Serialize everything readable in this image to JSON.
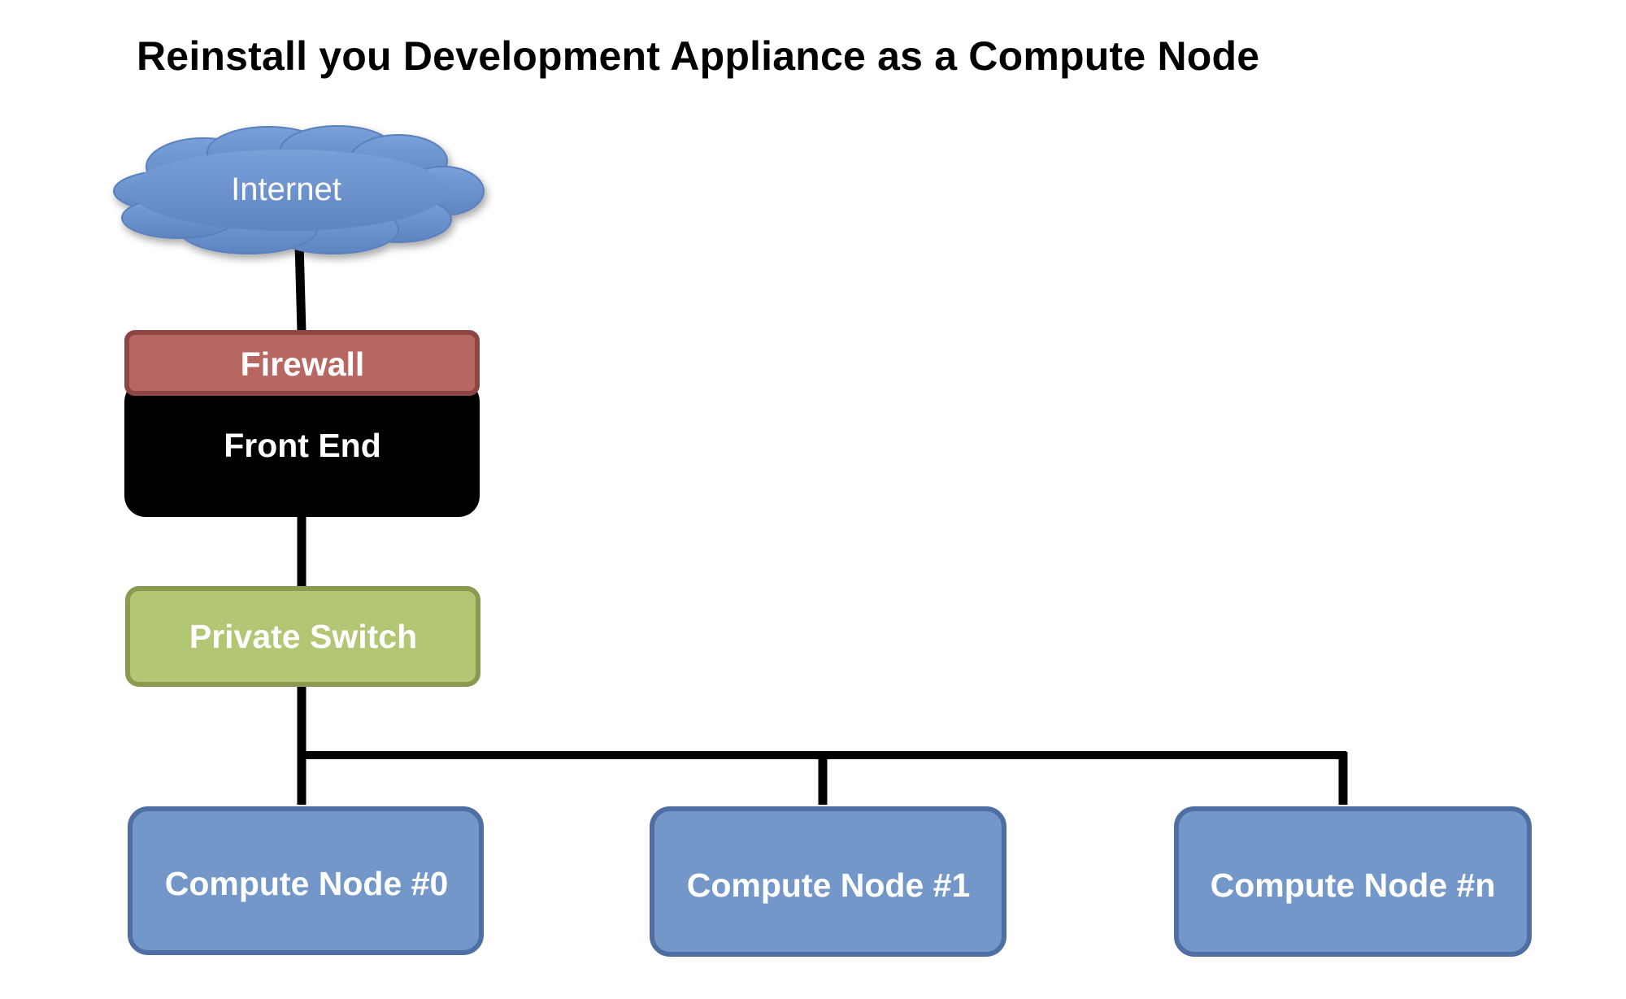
{
  "title": "Reinstall you Development Appliance as a Compute Node",
  "nodes": {
    "internet": {
      "label": "Internet"
    },
    "firewall": {
      "label": "Firewall"
    },
    "front_end": {
      "label": "Front End"
    },
    "private_switch": {
      "label": "Private Switch"
    },
    "compute_nodes": [
      {
        "label": "Compute Node #0"
      },
      {
        "label": "Compute Node #1"
      },
      {
        "label": "Compute Node #n"
      }
    ]
  },
  "colors": {
    "cloud_fill": "#6d93cf",
    "cloud_stroke": "#5a80bd",
    "firewall_fill": "#b86661",
    "firewall_stroke": "#8c4643",
    "front_end_fill": "#000000",
    "switch_fill": "#b3c674",
    "switch_stroke": "#8a9a51",
    "compute_fill": "#7397c9",
    "compute_stroke": "#4f6fa3",
    "connector": "#000000"
  },
  "edges": [
    {
      "from": "internet",
      "to": "firewall"
    },
    {
      "from": "front_end",
      "to": "private_switch"
    },
    {
      "from": "private_switch",
      "to": "compute_node_0"
    },
    {
      "from": "private_switch",
      "to": "compute_node_1"
    },
    {
      "from": "private_switch",
      "to": "compute_node_n"
    }
  ]
}
